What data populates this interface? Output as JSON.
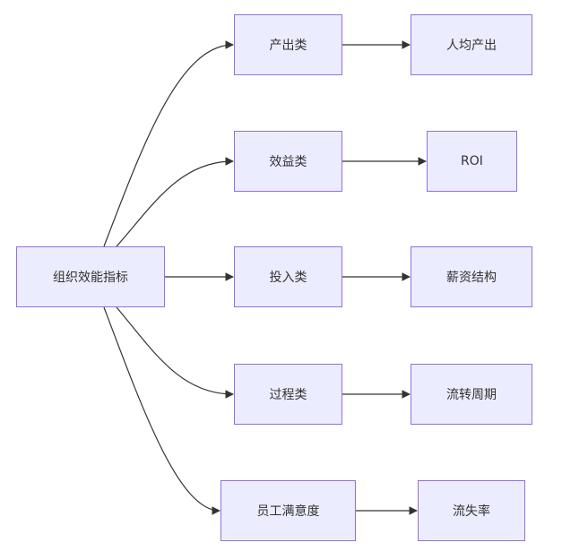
{
  "root": {
    "label": "组织效能指标"
  },
  "categories": [
    {
      "label": "产出类",
      "child": "人均产出"
    },
    {
      "label": "效益类",
      "child": "ROI"
    },
    {
      "label": "投入类",
      "child": "薪资结构"
    },
    {
      "label": "过程类",
      "child": "流转周期"
    },
    {
      "label": "员工满意度",
      "child": "流失率"
    }
  ],
  "colors": {
    "node_fill": "#ececff",
    "node_border": "#9370db",
    "edge": "#333333",
    "text": "#333333"
  }
}
